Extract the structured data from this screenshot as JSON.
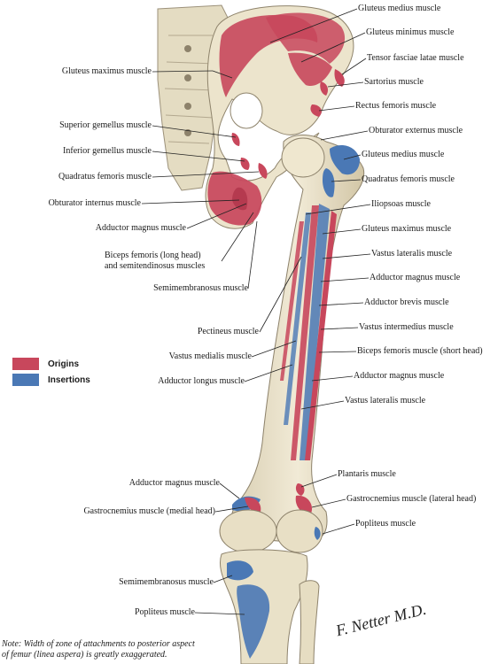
{
  "labels": {
    "gluteus_medius_top": "Gluteus medius muscle",
    "gluteus_minimus": "Gluteus minimus muscle",
    "tensor_fasciae_latae": "Tensor fasciae latae muscle",
    "sartorius": "Sartorius muscle",
    "rectus_femoris": "Rectus femoris muscle",
    "obturator_externus": "Obturator externus muscle",
    "gluteus_medius_ins": "Gluteus medius muscle",
    "quadratus_femoris_ins": "Quadratus femoris muscle",
    "iliopsoas": "Iliopsoas muscle",
    "gluteus_maximus_ins": "Gluteus maximus muscle",
    "vastus_lateralis_upper": "Vastus lateralis muscle",
    "adductor_magnus_r1": "Adductor magnus muscle",
    "adductor_brevis": "Adductor brevis muscle",
    "vastus_intermedius": "Vastus intermedius muscle",
    "biceps_short": "Biceps femoris muscle (short head)",
    "adductor_magnus_r2": "Adductor magnus muscle",
    "vastus_lateralis_lower": "Vastus lateralis muscle",
    "plantaris": "Plantaris muscle",
    "gastrocnemius_lateral": "Gastrocnemius muscle (lateral head)",
    "popliteus_right": "Popliteus muscle",
    "gluteus_maximus_orig": "Gluteus maximus muscle",
    "superior_gemellus": "Superior gemellus muscle",
    "inferior_gemellus": "Inferior gemellus muscle",
    "quadratus_femoris_orig": "Quadratus femoris muscle",
    "obturator_internus": "Obturator internus muscle",
    "adductor_magnus_left": "Adductor magnus muscle",
    "biceps_long_line1": "Biceps femoris (long head)",
    "biceps_long_line2": "and semitendinosus muscles",
    "semimembranosus_upper": "Semimembranosus muscle",
    "pectineus": "Pectineus muscle",
    "vastus_medialis": "Vastus medialis muscle",
    "adductor_longus": "Adductor longus muscle",
    "adductor_magnus_lower_left": "Adductor magnus muscle",
    "gastrocnemius_medial": "Gastrocnemius muscle (medial head)",
    "semimembranosus_lower": "Semimembranosus muscle",
    "popliteus_left": "Popliteus muscle"
  },
  "legend": {
    "origins": "Origins",
    "insertions": "Insertions",
    "origin_color": "#c8475c",
    "insertion_color": "#4a78b5"
  },
  "note": {
    "line1": "Note: Width of zone of attachments to posterior aspect",
    "line2": "of femur (linea aspera) is greatly exaggerated."
  },
  "signature": "F. Netter M.D."
}
